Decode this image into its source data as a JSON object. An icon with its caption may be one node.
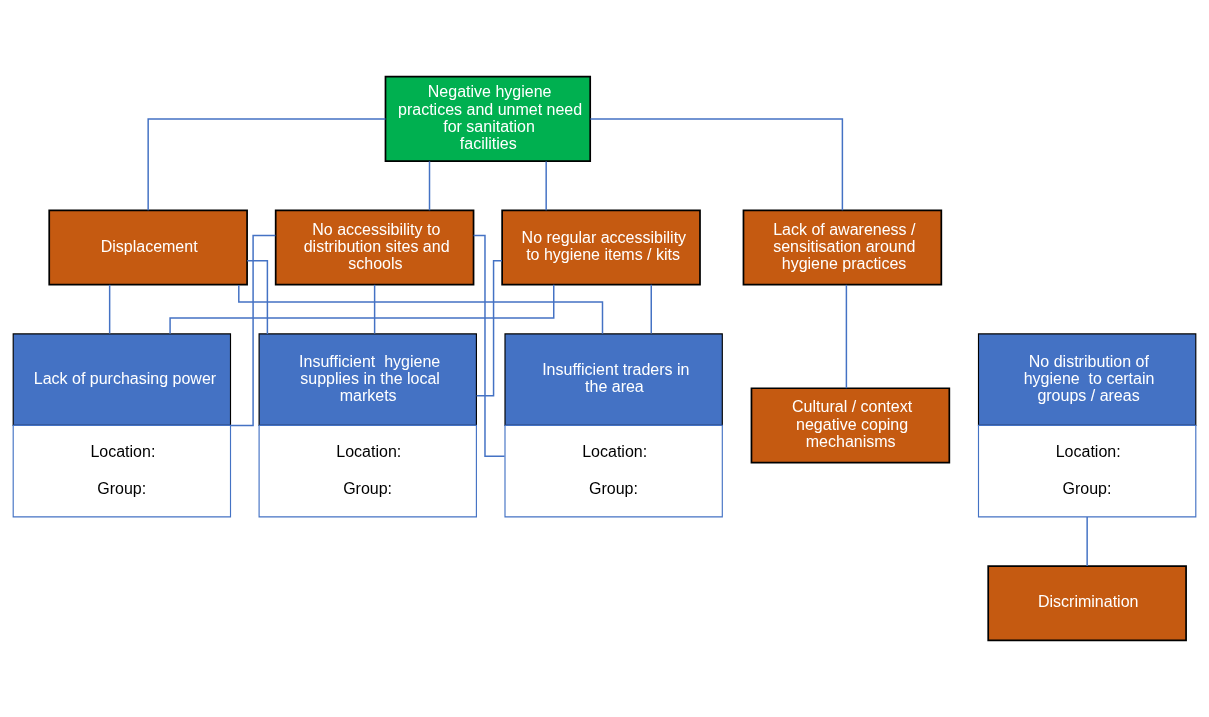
{
  "diagram": {
    "nodes": [
      {
        "text": [
          "Negative hygiene practices and unmet need for sanitation facilities"
        ]
      },
      {
        "text": [
          "Displacement"
        ]
      },
      {
        "text": [
          "No accessibility to distribution sites and schools"
        ]
      },
      {
        "text": [
          "No regular accessibility to hygiene items / kits"
        ]
      },
      {
        "text": [
          "Lack of awareness / sensitisation around hygiene practices"
        ]
      },
      {
        "text": [
          "Lack of purchasing power",
          "Location:",
          "Group:"
        ]
      },
      {
        "text": [
          "No distribution of hygiene  to certain groups / areas",
          "Location:",
          "Group:"
        ]
      },
      {
        "text": [
          "Insufficient  hygiene supplies in the local markets",
          "Location:",
          "Group:"
        ]
      },
      {
        "text": [
          "Insufficient traders in the area",
          "Location:",
          "Group:"
        ]
      },
      {
        "text": [
          "Cultural / context negative coping mechanisms"
        ]
      },
      {
        "text": [
          "Discrimination"
        ]
      }
    ],
    "edges": [
      {
        "from": 0,
        "to": 1,
        "arrow": "none"
      },
      {
        "from": 0,
        "to": 2,
        "arrow": "none"
      },
      {
        "from": 0,
        "to": 3,
        "arrow": "none"
      },
      {
        "from": 0,
        "to": 4,
        "arrow": "none"
      },
      {
        "from": 1,
        "to": 5,
        "arrow": "none"
      },
      {
        "from": 1,
        "to": 7,
        "arrow": "none"
      },
      {
        "from": 1,
        "to": 8,
        "arrow": "none"
      },
      {
        "from": 2,
        "to": 5,
        "arrow": "none"
      },
      {
        "from": 2,
        "to": 7,
        "arrow": "none"
      },
      {
        "from": 2,
        "to": 8,
        "arrow": "none"
      },
      {
        "from": 3,
        "to": 5,
        "arrow": "none"
      },
      {
        "from": 3,
        "to": 7,
        "arrow": "none"
      },
      {
        "from": 3,
        "to": 8,
        "arrow": "none"
      },
      {
        "from": 4,
        "to": 9,
        "arrow": "none"
      },
      {
        "from": 6,
        "to": 10,
        "arrow": "none"
      }
    ]
  }
}
